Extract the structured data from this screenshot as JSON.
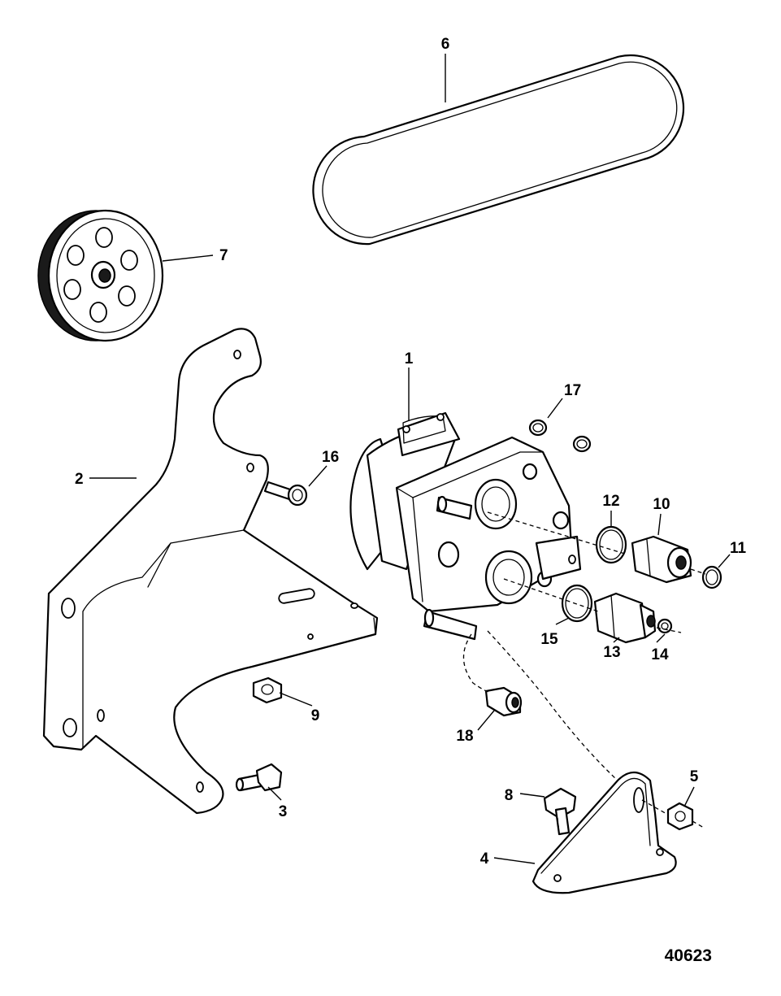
{
  "figure_id": "40623",
  "callouts": {
    "c1": "1",
    "c2": "2",
    "c3": "3",
    "c4": "4",
    "c5": "5",
    "c6": "6",
    "c7": "7",
    "c8": "8",
    "c9": "9",
    "c10": "10",
    "c11": "11",
    "c12": "12",
    "c13": "13",
    "c14": "14",
    "c15": "15",
    "c16": "16",
    "c17": "17",
    "c18": "18"
  }
}
